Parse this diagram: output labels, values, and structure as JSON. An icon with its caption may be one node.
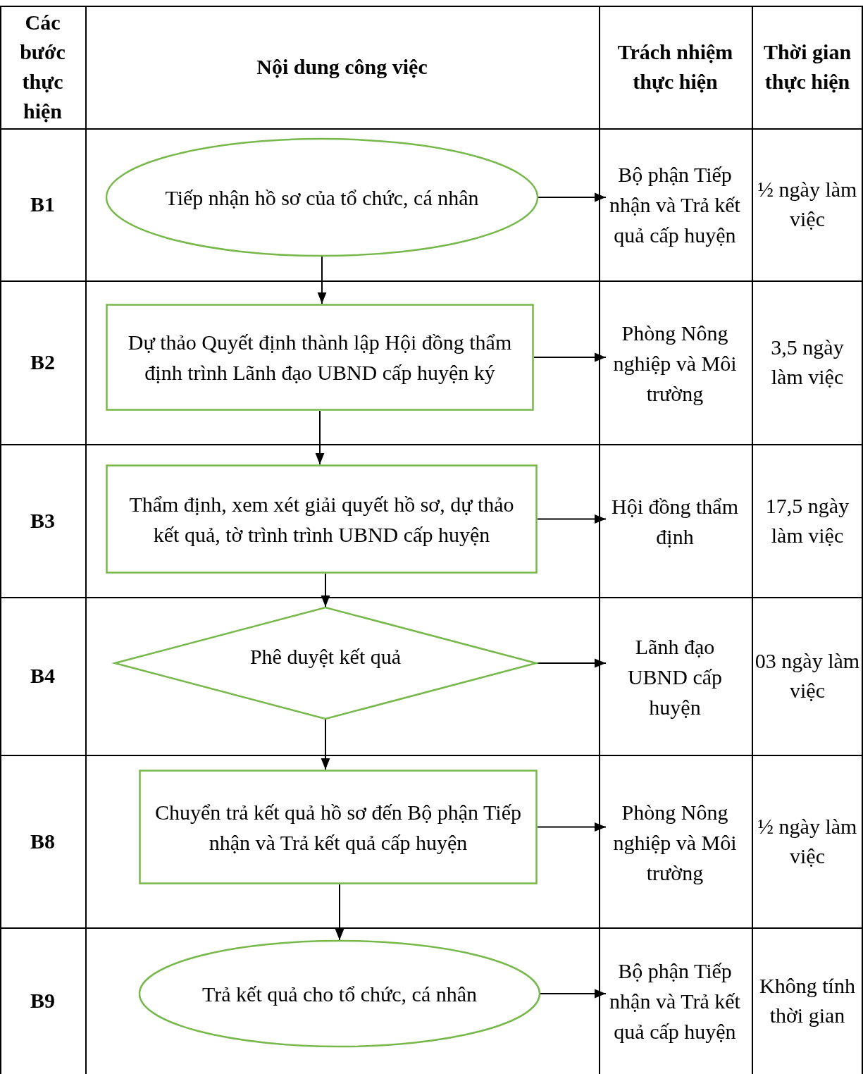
{
  "diagram": {
    "nodes": [
      {
        "text": [
          "Tiếp nhận hồ sơ của tổ chức, cá nhân"
        ]
      },
      {
        "text": [
          "Bộ phận Tiếp nhận và Trả kết quả cấp huyện"
        ]
      },
      {
        "text": [
          "Dự thảo Quyết định thành lập Hội đồng thẩm định trình Lãnh đạo UBND cấp huyện ký"
        ]
      },
      {
        "text": [
          "Phòng Nông nghiệp và Môi trường"
        ]
      },
      {
        "text": [
          "Thẩm định, xem xét giải quyết hồ sơ, dự thảo kết quả, tờ trình trình UBND cấp huyện"
        ]
      },
      {
        "text": [
          "Hội đồng thẩm định"
        ]
      },
      {
        "text": [
          "Phê duyệt kết quả"
        ]
      },
      {
        "text": [
          "Lãnh đạo UBND cấp huyện"
        ]
      },
      {
        "text": [
          "Chuyển trả kết quả hồ sơ đến Bộ phận Tiếp nhận và Trả kết quả cấp huyện"
        ]
      },
      {
        "text": [
          "Phòng Nông nghiệp và Môi trường"
        ]
      },
      {
        "text": [
          "Trả kết quả cho tổ chức, cá nhân"
        ]
      },
      {
        "text": [
          "Bộ phận Tiếp nhận và Trả kết quả cấp huyện"
        ]
      }
    ],
    "edges": [
      {
        "from": 0,
        "to": 1,
        "arrow": "to"
      },
      {
        "from": 0,
        "to": 2,
        "arrow": "to"
      },
      {
        "from": 2,
        "to": 3,
        "arrow": "to"
      },
      {
        "from": 2,
        "to": 4,
        "arrow": "to"
      },
      {
        "from": 4,
        "to": 5,
        "arrow": "to"
      },
      {
        "from": 4,
        "to": 6,
        "arrow": "to"
      },
      {
        "from": 6,
        "to": 7,
        "arrow": "to"
      },
      {
        "from": 6,
        "to": 8,
        "arrow": "to"
      },
      {
        "from": 8,
        "to": 9,
        "arrow": "to"
      },
      {
        "from": 8,
        "to": 10,
        "arrow": "to"
      },
      {
        "from": 10,
        "to": 11,
        "arrow": "to"
      }
    ],
    "labels": [
      "Các bước thực hiện",
      "Nội dung công việc",
      "Trách nhiệm thực hiện",
      "Thời gian thực hiện",
      "B1",
      "½ ngày làm việc",
      "B2",
      "3,5 ngày làm việc",
      "B3",
      "17,5 ngày làm việc",
      "B4",
      "03 ngày làm việc",
      "B8",
      "½ ngày làm việc",
      "B9",
      "Không tính thời gian"
    ]
  }
}
